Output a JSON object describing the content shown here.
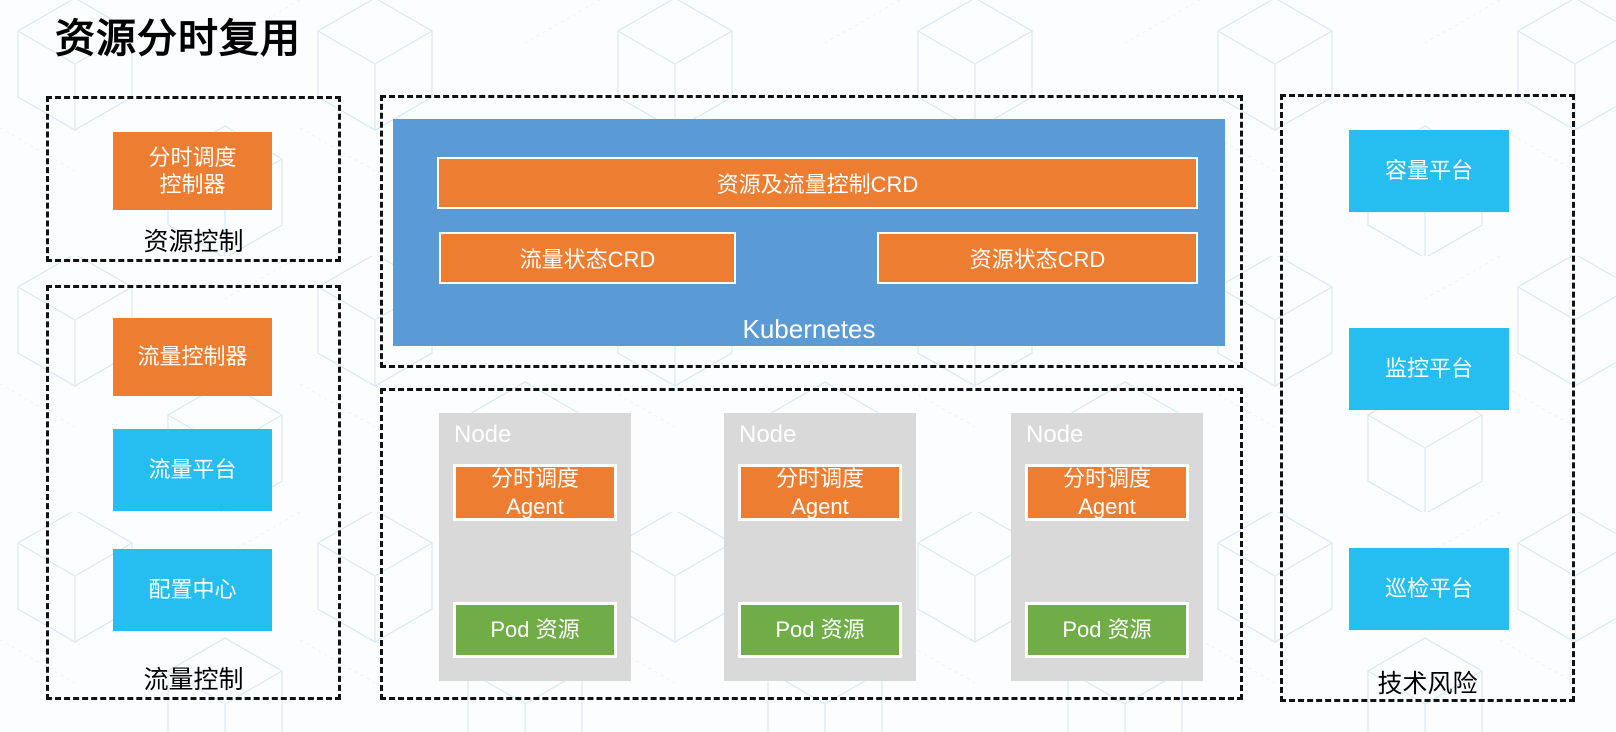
{
  "title": "资源分时复用",
  "colors": {
    "orange": "#ED7D31",
    "steel_blue": "#5B9BD5",
    "cyan": "#26BDF0",
    "green": "#70AD47",
    "node_gray": "#D9D9D9",
    "dashed_border": "#121212",
    "pattern_line": "#D7E9F8"
  },
  "left_top": {
    "label": "资源控制",
    "items": [
      {
        "text": "分时调度\n控制器",
        "color": "#ED7D31"
      }
    ]
  },
  "left_bottom": {
    "label": "流量控制",
    "items": [
      {
        "text": "流量控制器",
        "color": "#ED7D31"
      },
      {
        "text": "流量平台",
        "color": "#26BDF0"
      },
      {
        "text": "配置中心",
        "color": "#26BDF0"
      }
    ]
  },
  "kubernetes": {
    "label": "Kubernetes",
    "wide_crd": "资源及流量控制CRD",
    "crds": [
      "流量状态CRD",
      "资源状态CRD"
    ]
  },
  "nodes": {
    "items": [
      {
        "name": "Node",
        "agent": "分时调度\nAgent",
        "pod": "Pod 资源"
      },
      {
        "name": "Node",
        "agent": "分时调度\nAgent",
        "pod": "Pod 资源"
      },
      {
        "name": "Node",
        "agent": "分时调度\nAgent",
        "pod": "Pod 资源"
      }
    ]
  },
  "right": {
    "label": "技术风险",
    "items": [
      "容量平台",
      "监控平台",
      "巡检平台"
    ]
  }
}
